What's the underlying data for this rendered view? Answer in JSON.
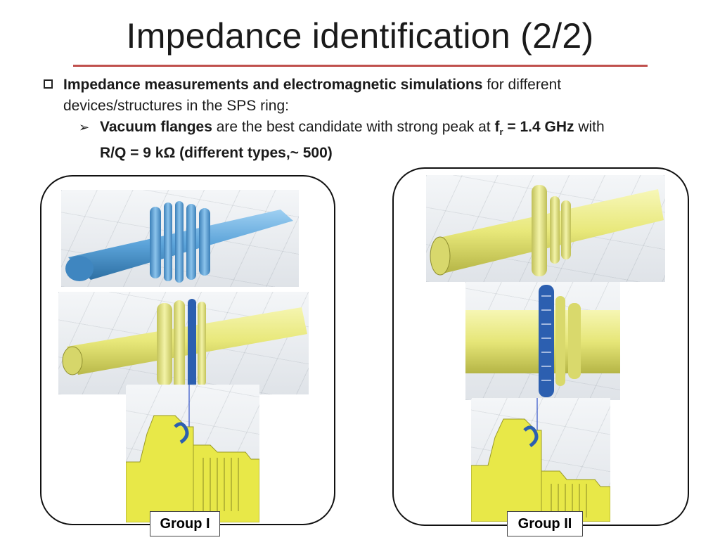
{
  "slide": {
    "title": "Impedance identification (2/2)"
  },
  "bullet_main": {
    "bold_text": "Impedance measurements and electromagnetic simulations",
    "rest_text": " for different devices/structures in the SPS ring:"
  },
  "bullet_sub": {
    "bold_lead": "Vacuum flanges",
    "text_mid": " are the best candidate with strong peak at ",
    "f_symbol": "f",
    "f_subscript": "r",
    "freq_value": " = 1.4 GHz",
    "text_with": " with",
    "rq_value": "R/Q = 9 kΩ (different types,~ 500)"
  },
  "groups": [
    {
      "label": "Group I"
    },
    {
      "label": "Group II"
    }
  ],
  "colors": {
    "title_rule": "#c0504d",
    "flange_blue": "#5ba3d9",
    "flange_yellow": "#e8e87a",
    "rf_finger_blue": "#2c5fb0"
  }
}
